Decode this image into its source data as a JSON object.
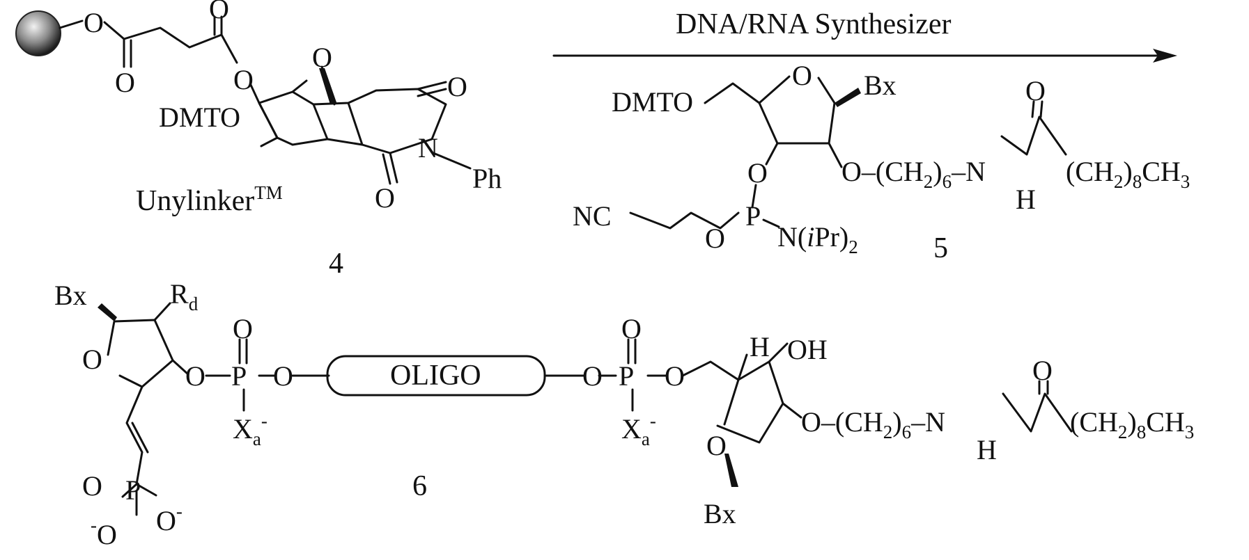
{
  "reaction": {
    "arrow_label": "DNA/RNA Synthesizer"
  },
  "compound4": {
    "number": "4",
    "name": "Unylinker",
    "name_superscript": "TM",
    "atoms": {
      "o_ester_bead": "O",
      "o_carbonyl_left": "O",
      "o_carbonyl_right": "O",
      "o_ester_ring": "O",
      "o_bridge": "O",
      "dmto": "DMTO",
      "o_imide_top": "O",
      "o_imide_bottom": "O",
      "n_imide": "N",
      "ph": "Ph"
    }
  },
  "compound5": {
    "number": "5",
    "atoms": {
      "dmto": "DMTO",
      "o_ring": "O",
      "bx": "Bx",
      "o3": "O",
      "p": "P",
      "o_cyanoethyl": "O",
      "nc": "NC",
      "amine_main": "N(",
      "amine_italic": "i",
      "amine_pr": "Pr)",
      "amine_sub": "2",
      "o2": "O",
      "ch2_open": "O–(CH",
      "ch2_sub1": "2",
      "ch2_close": ")",
      "ch2_n": "6",
      "dash_n": "–N",
      "nh_h": "H",
      "o_amide": "O",
      "tail_open": "(CH",
      "tail_sub1": "2",
      "tail_close": ")",
      "tail_n": "8",
      "tail_ch3": "CH",
      "tail_sub3": "3"
    }
  },
  "compound6": {
    "number": "6",
    "oligo": "OLIGO",
    "atoms": {
      "bx_left": "Bx",
      "r": "R",
      "r_sub": "d",
      "o_ring_left": "O",
      "o_link_left": "O",
      "p_left": "P",
      "o_dbl_left": "O",
      "o_after_p_left": "O",
      "xa_left": "X",
      "xa_sub": "a",
      "xa_charge": "-",
      "o_before_p_right": "O",
      "p_right": "P",
      "o_dbl_right": "O",
      "o_after_p_right": "O",
      "xa_right": "X",
      "h_top": "H",
      "oh": "OH",
      "o_ring_right": "O",
      "bx_right": "Bx",
      "o2_chain": "O–(CH",
      "phos_o_dbl": "O",
      "phos_p": "P",
      "phos_o_left": "O",
      "phos_o_right": "O",
      "minus": "-"
    }
  }
}
